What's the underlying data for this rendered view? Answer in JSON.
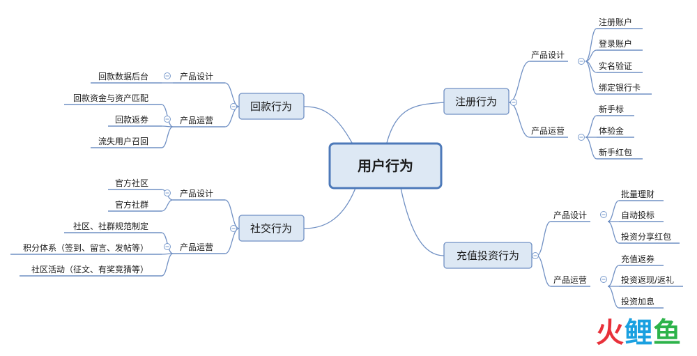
{
  "root": {
    "label": "用户行为"
  },
  "branches": {
    "register": {
      "label": "注册行为",
      "design": {
        "label": "产品设计",
        "items": [
          "注册账户",
          "登录账户",
          "实名验证",
          "绑定银行卡"
        ]
      },
      "ops": {
        "label": "产品运营",
        "items": [
          "新手标",
          "体验金",
          "新手红包"
        ]
      }
    },
    "recharge": {
      "label": "充值投资行为",
      "design": {
        "label": "产品设计",
        "items": [
          "批量理财",
          "自动投标",
          "投资分享红包"
        ]
      },
      "ops": {
        "label": "产品运营",
        "items": [
          "充值返券",
          "投资返现/返礼",
          "投资加息"
        ]
      }
    },
    "repayment": {
      "label": "回款行为",
      "design": {
        "label": "产品设计",
        "items": [
          "回款数据后台"
        ]
      },
      "ops": {
        "label": "产品运营",
        "items": [
          "回款资金与资产匹配",
          "回款返券",
          "流失用户召回"
        ]
      }
    },
    "social": {
      "label": "社交行为",
      "design": {
        "label": "产品设计",
        "items": [
          "官方社区",
          "官方社群"
        ]
      },
      "ops": {
        "label": "产品运营",
        "items": [
          "社区、社群规范制定",
          "积分体系（签到、留言、发帖等）",
          "社区活动（征文、有奖竞猜等）"
        ]
      }
    }
  },
  "logo": {
    "text": "火鲤鱼",
    "colors": [
      "#e8313a",
      "#1aa0e0",
      "#2db34a"
    ]
  },
  "colors": {
    "line": "#6f8fc3",
    "box_fill": "#dde8f4",
    "root_border": "#4d79b9"
  }
}
